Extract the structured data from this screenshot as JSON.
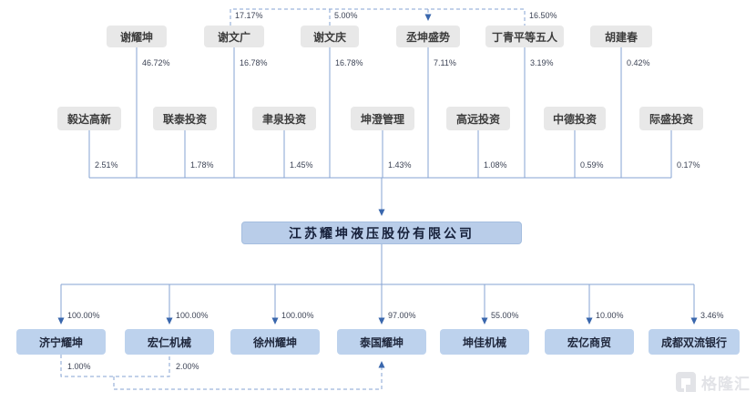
{
  "company": {
    "name": "江苏耀坤液压股份有限公司"
  },
  "top_shareholders": [
    {
      "name": "谢耀坤",
      "pct": "46.72%"
    },
    {
      "name": "谢文广",
      "pct": "16.78%"
    },
    {
      "name": "谢文庆",
      "pct": "16.78%"
    },
    {
      "name": "丞坤盛势",
      "pct": "7.11%"
    },
    {
      "name": "丁青平等五人",
      "pct": "3.19%"
    },
    {
      "name": "胡建春",
      "pct": "0.42%"
    }
  ],
  "institutional_shareholders": [
    {
      "name": "毅达高新",
      "pct": "2.51%"
    },
    {
      "name": "联泰投资",
      "pct": "1.78%"
    },
    {
      "name": "聿泉投资",
      "pct": "1.45%"
    },
    {
      "name": "坤澄管理",
      "pct": "1.43%"
    },
    {
      "name": "高远投资",
      "pct": "1.08%"
    },
    {
      "name": "中德投资",
      "pct": "0.59%"
    },
    {
      "name": "际盛投资",
      "pct": "0.17%"
    }
  ],
  "dashed_stakes_into_chengkun": {
    "target": "丞坤盛势",
    "stakes": [
      {
        "holder": "谢文广",
        "pct": "17.17%"
      },
      {
        "holder": "谢文庆",
        "pct": "5.00%"
      },
      {
        "holder": "丁青平等五人",
        "pct": "16.50%"
      }
    ]
  },
  "subsidiaries": [
    {
      "name": "济宁耀坤",
      "pct": "100.00%"
    },
    {
      "name": "宏仁机械",
      "pct": "100.00%"
    },
    {
      "name": "徐州耀坤",
      "pct": "100.00%"
    },
    {
      "name": "泰国耀坤",
      "pct": "97.00%"
    },
    {
      "name": "坤佳机械",
      "pct": "55.00%"
    },
    {
      "name": "宏亿商贸",
      "pct": "10.00%"
    },
    {
      "name": "成都双流银行",
      "pct": "3.46%"
    }
  ],
  "cross_holdings_into_thailand": {
    "target": "泰国耀坤",
    "stakes": [
      {
        "holder": "济宁耀坤",
        "pct": "1.00%"
      },
      {
        "holder": "宏仁机械",
        "pct": "2.00%"
      }
    ]
  },
  "watermark": {
    "text": "格隆汇"
  },
  "colors": {
    "line": "#85a3d3",
    "arrow": "#3a67ad",
    "holder_box": "#e8e8e8",
    "subsidiary_box": "#bdd2ed",
    "company_box": "#b9cde9"
  }
}
